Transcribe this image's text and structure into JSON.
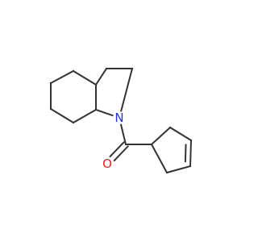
{
  "molecule": {
    "atoms": [
      {
        "id": "a1",
        "element": "C"
      },
      {
        "id": "a2",
        "element": "C"
      },
      {
        "id": "a3",
        "element": "C"
      },
      {
        "id": "a4",
        "element": "C"
      },
      {
        "id": "a5",
        "element": "C"
      },
      {
        "id": "a6",
        "element": "C"
      },
      {
        "id": "a7",
        "element": "C"
      },
      {
        "id": "a8",
        "element": "C"
      },
      {
        "id": "a9",
        "element": "N",
        "label": "N"
      },
      {
        "id": "a10",
        "element": "C"
      },
      {
        "id": "a11",
        "element": "O",
        "label": "O"
      },
      {
        "id": "a12",
        "element": "C"
      },
      {
        "id": "a13",
        "element": "C"
      },
      {
        "id": "a14",
        "element": "C"
      },
      {
        "id": "a15",
        "element": "C"
      },
      {
        "id": "a16",
        "element": "C"
      }
    ],
    "bonds": [
      {
        "from": "a1",
        "to": "a2",
        "order": 1
      },
      {
        "from": "a2",
        "to": "a3",
        "order": 1
      },
      {
        "from": "a3",
        "to": "a4",
        "order": 1
      },
      {
        "from": "a4",
        "to": "a5",
        "order": 1
      },
      {
        "from": "a5",
        "to": "a6",
        "order": 1
      },
      {
        "from": "a6",
        "to": "a1",
        "order": 1
      },
      {
        "from": "a1",
        "to": "a7",
        "order": 1
      },
      {
        "from": "a7",
        "to": "a8",
        "order": 1
      },
      {
        "from": "a8",
        "to": "a9",
        "order": 1
      },
      {
        "from": "a9",
        "to": "a6",
        "order": 1
      },
      {
        "from": "a9",
        "to": "a10",
        "order": 1
      },
      {
        "from": "a10",
        "to": "a11",
        "order": 2
      },
      {
        "from": "a10",
        "to": "a12",
        "order": 1
      },
      {
        "from": "a12",
        "to": "a13",
        "order": 1
      },
      {
        "from": "a13",
        "to": "a14",
        "order": 1
      },
      {
        "from": "a14",
        "to": "a15",
        "order": 2
      },
      {
        "from": "a15",
        "to": "a16",
        "order": 1
      },
      {
        "from": "a16",
        "to": "a12",
        "order": 1
      }
    ]
  },
  "colors": {
    "bond": "#333333",
    "N": "#2233ee",
    "O": "#ee2222",
    "background": "#ffffff"
  }
}
